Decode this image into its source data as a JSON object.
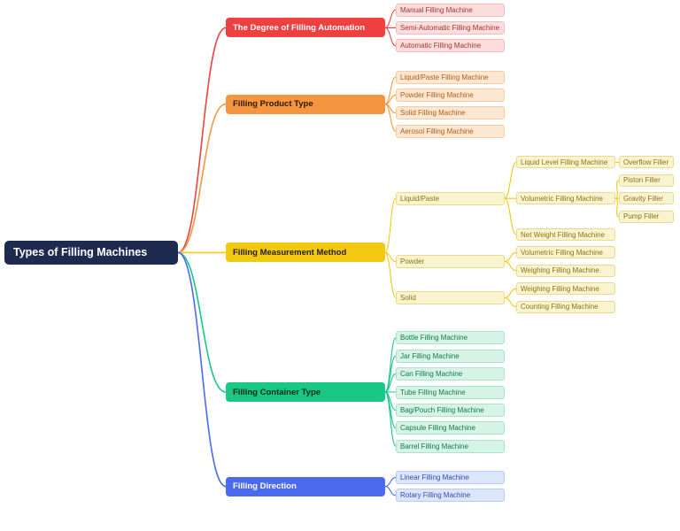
{
  "styles": {
    "root_bg": "#1d2b50",
    "root_text": "#ffffff",
    "canvas_bg": "#ffffff"
  },
  "tree": {
    "label": "Types of Filling Machines",
    "children": [
      {
        "label": "The Degree of Filling Automation",
        "color": "#ee4040",
        "label_color": "#ffffff",
        "child_bg": "#fbdddd",
        "child_text": "#ab3030",
        "child_border": "#f5bcbc",
        "children": [
          {
            "label": "Manual Filling Machine"
          },
          {
            "label": "Semi-Automatic Filling Machine"
          },
          {
            "label": "Automatic Filling Machine"
          }
        ]
      },
      {
        "label": "Filling Product Type",
        "color": "#f6953f",
        "label_color": "#2e1800",
        "child_bg": "#fde7d2",
        "child_text": "#b05c10",
        "child_border": "#f8cda2",
        "children": [
          {
            "label": "Liquid/Paste Filling Machine"
          },
          {
            "label": "Powder Filling Machine"
          },
          {
            "label": "Solid Filling Machine"
          },
          {
            "label": "Aerosol Filling Machine"
          }
        ]
      },
      {
        "label": "Filling Measurement Method",
        "color": "#f2c811",
        "label_color": "#241c00",
        "child_bg": "#faf3cf",
        "child_text": "#8a7414",
        "child_border": "#ecd98c",
        "children": [
          {
            "label": "Liquid/Paste",
            "children": [
              {
                "label": "Liquid Level Filling Machine",
                "children": [
                  {
                    "label": "Overflow Filler"
                  }
                ]
              },
              {
                "label": "Volumetric Filling Machine",
                "children": [
                  {
                    "label": "Piston Filler"
                  },
                  {
                    "label": "Gravity Filler"
                  },
                  {
                    "label": "Pump Filler"
                  }
                ]
              },
              {
                "label": "Net Weight Filling Machine"
              }
            ]
          },
          {
            "label": "Powder",
            "children": [
              {
                "label": "Volumetric Filling Machine"
              },
              {
                "label": "Weighing Filling Machine"
              }
            ]
          },
          {
            "label": "Solid",
            "children": [
              {
                "label": "Weighing Filling Machine"
              },
              {
                "label": "Counting Filling Machine"
              }
            ]
          }
        ]
      },
      {
        "label": "Filling Container Type",
        "color": "#19c786",
        "label_color": "#04281a",
        "child_bg": "#d7f3e6",
        "child_text": "#0f7a4d",
        "child_border": "#a9e3c9",
        "children": [
          {
            "label": "Bottle Filling Machine"
          },
          {
            "label": "Jar Filling Machine"
          },
          {
            "label": "Can Filling Machine"
          },
          {
            "label": "Tube Filling Machine"
          },
          {
            "label": "Bag/Pouch Filling Machine"
          },
          {
            "label": "Capsule Filling Machine"
          },
          {
            "label": "Barrel Filling Machine"
          }
        ]
      },
      {
        "label": "Filling Direction",
        "color": "#4b6bef",
        "label_color": "#ffffff",
        "child_bg": "#dde5fb",
        "child_text": "#2e4abd",
        "child_border": "#bac9f5",
        "children": [
          {
            "label": "Linear Filling Machine"
          },
          {
            "label": "Rotary Filling Machine"
          }
        ]
      }
    ]
  }
}
